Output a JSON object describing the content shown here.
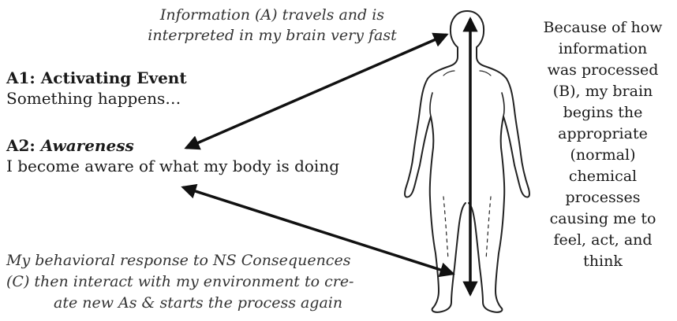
{
  "top_note": {
    "line1": "Information (A) travels and is",
    "line2": "interpreted in my brain very fast"
  },
  "a1": {
    "heading": "A1: Activating Event",
    "text": "Something happens…"
  },
  "a2": {
    "heading_prefix": "A2: ",
    "heading_italic": "Awareness",
    "text": "I become aware of what my body is doing"
  },
  "bottom_note": {
    "line1": "My behavioral response to NS Consequences",
    "line2": "(C) then interact with my environment to cre-",
    "line3": "ate new As & starts the process again"
  },
  "right_note": {
    "lines": [
      "Because of how",
      "information",
      "was processed",
      "(B), my brain",
      "begins the",
      "appropriate",
      "(normal)",
      "chemical",
      "processes",
      "causing me to",
      "feel, act, and",
      "think"
    ]
  },
  "colors": {
    "arrow": "#111111",
    "body_outline": "#222222",
    "text": "#1a1a1a",
    "italic_text": "#333333"
  },
  "icons": {
    "figure": "human-body-outline-icon"
  }
}
